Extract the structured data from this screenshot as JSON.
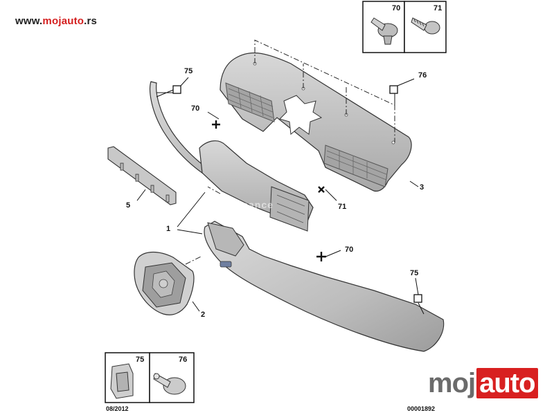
{
  "header": {
    "url_prefix": "www.",
    "url_brand": "mojauto",
    "url_tld": ".rs"
  },
  "callouts": {
    "c1": "1",
    "c2": "2",
    "c3": "3",
    "c5": "5",
    "c70_top": "70",
    "c70_bottom": "70",
    "c71": "71",
    "c75_top": "75",
    "c75_bottom": "75",
    "c76": "76"
  },
  "fastener_boxes": {
    "top": {
      "left_label": "70",
      "right_label": "71"
    },
    "bottom": {
      "left_label": "75",
      "right_label": "76"
    }
  },
  "footer": {
    "date": "08/2012",
    "reference": "00001892"
  },
  "logo": {
    "part_a": "moj",
    "part_b": "auto"
  },
  "watermark": "omance",
  "colors": {
    "part_fill": "#c9c9c9",
    "part_shade": "#a9a9a9",
    "part_dark": "#8e8e8e",
    "line": "#222222",
    "brand_red": "#d82020"
  }
}
